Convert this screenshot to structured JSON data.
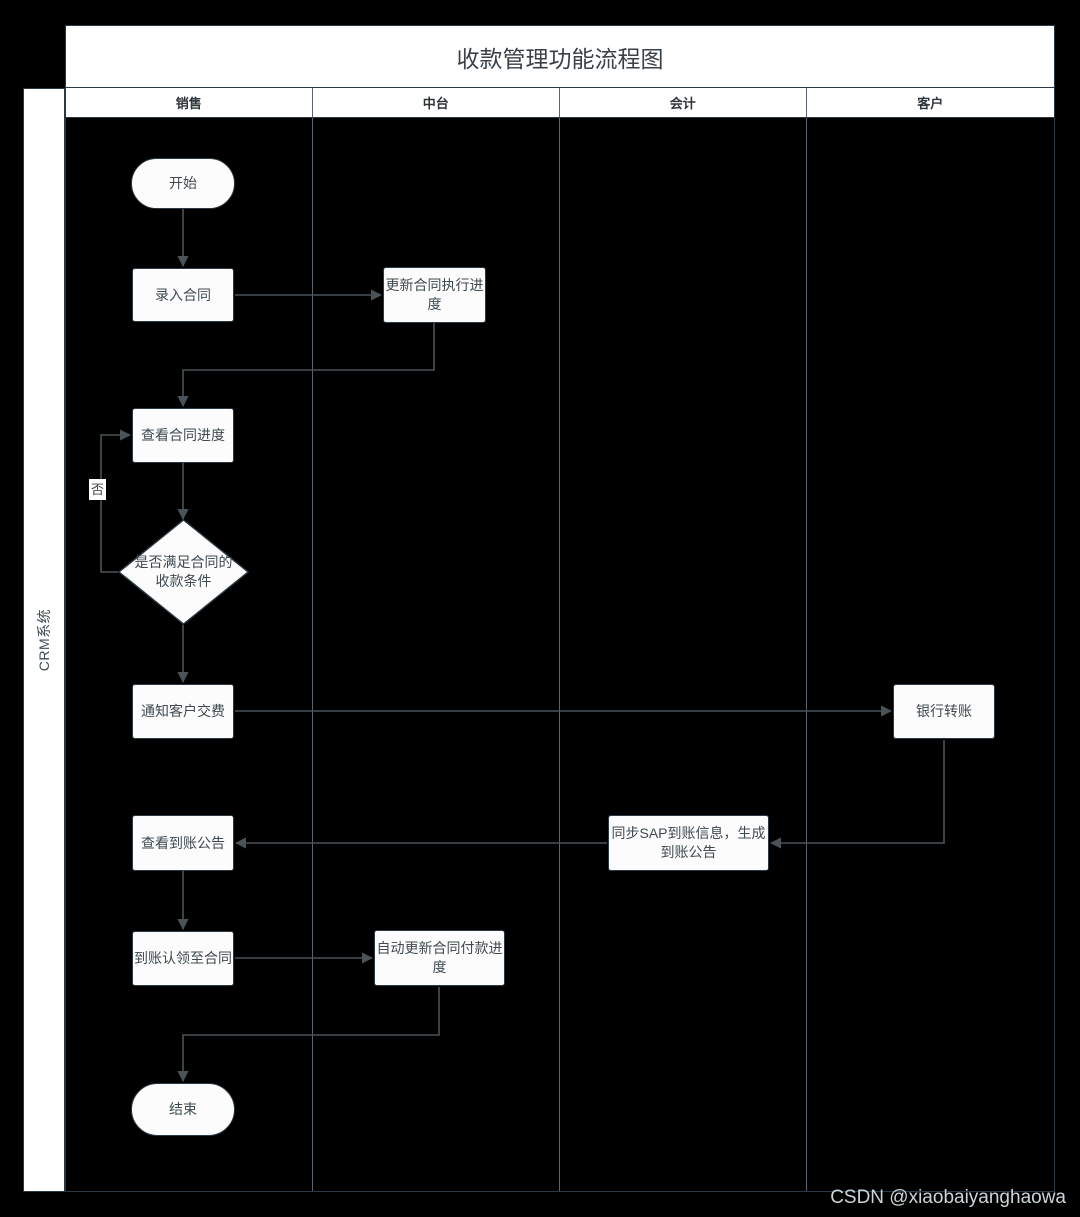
{
  "diagram": {
    "title": "收款管理功能流程图",
    "pool_label": "CRM系统",
    "lanes": [
      {
        "id": "sales",
        "label": "销售"
      },
      {
        "id": "midoffice",
        "label": "中台"
      },
      {
        "id": "accounting",
        "label": "会计"
      },
      {
        "id": "customer",
        "label": "客户"
      }
    ],
    "nodes": [
      {
        "id": "start",
        "type": "terminator",
        "lane": "sales",
        "label": "开始"
      },
      {
        "id": "enter",
        "type": "process",
        "lane": "sales",
        "label": "录入合同"
      },
      {
        "id": "update_exec",
        "type": "process",
        "lane": "midoffice",
        "label": "更新合同执行进度"
      },
      {
        "id": "view_prog",
        "type": "process",
        "lane": "sales",
        "label": "查看合同进度"
      },
      {
        "id": "decision",
        "type": "decision",
        "lane": "sales",
        "label": "是否满足合同的\n收款条件"
      },
      {
        "id": "notify",
        "type": "process",
        "lane": "sales",
        "label": "通知客户交费"
      },
      {
        "id": "bank",
        "type": "process",
        "lane": "customer",
        "label": "银行转账"
      },
      {
        "id": "sap",
        "type": "process",
        "lane": "accounting",
        "label": "同步SAP到账信息，生成到账公告"
      },
      {
        "id": "view_notice",
        "type": "process",
        "lane": "sales",
        "label": "查看到账公告"
      },
      {
        "id": "claim",
        "type": "process",
        "lane": "sales",
        "label": "到账认领至合同"
      },
      {
        "id": "auto_update",
        "type": "process",
        "lane": "midoffice",
        "label": "自动更新合同付款进度"
      },
      {
        "id": "end",
        "type": "terminator",
        "lane": "sales",
        "label": "结束"
      }
    ],
    "edge_labels": [
      {
        "id": "no_branch",
        "label": "否"
      }
    ],
    "watermark": "CSDN @xiaobaiyanghaowa",
    "colors": {
      "background": "#000000",
      "shape_fill": "#fcfcfc",
      "shape_stroke": "#2b3a42",
      "connector": "#4a5357",
      "text": "#3f4a50",
      "watermark": "#cdd4d8"
    }
  }
}
